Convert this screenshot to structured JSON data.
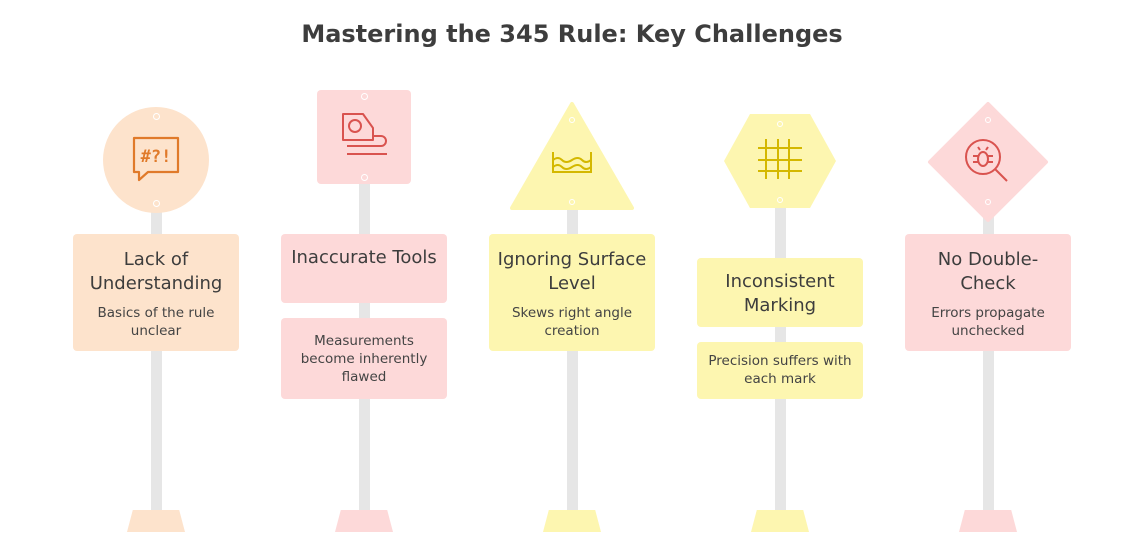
{
  "title": "Mastering the 345 Rule: Key Challenges",
  "colors": {
    "orange": "#fde3cc",
    "pink": "#fdd9d9",
    "yellow": "#fdf6b0",
    "orange_icon": "#e07a2a",
    "pink_icon": "#d9534f",
    "yellow_icon": "#d4b800"
  },
  "signs": [
    {
      "title": "Lack of Understanding",
      "description": "Basics of the rule unclear",
      "icon": "speech-bubble-symbols-icon"
    },
    {
      "title": "Inaccurate Tools",
      "description": "Measurements become inherently flawed",
      "icon": "tape-measure-icon"
    },
    {
      "title": "Ignoring Surface Level",
      "description": "Skews right angle creation",
      "icon": "water-level-icon"
    },
    {
      "title": "Inconsistent Marking",
      "description": "Precision suffers with each mark",
      "icon": "grid-icon"
    },
    {
      "title": "No Double-Check",
      "description": "Errors propagate unchecked",
      "icon": "bug-search-icon"
    }
  ]
}
